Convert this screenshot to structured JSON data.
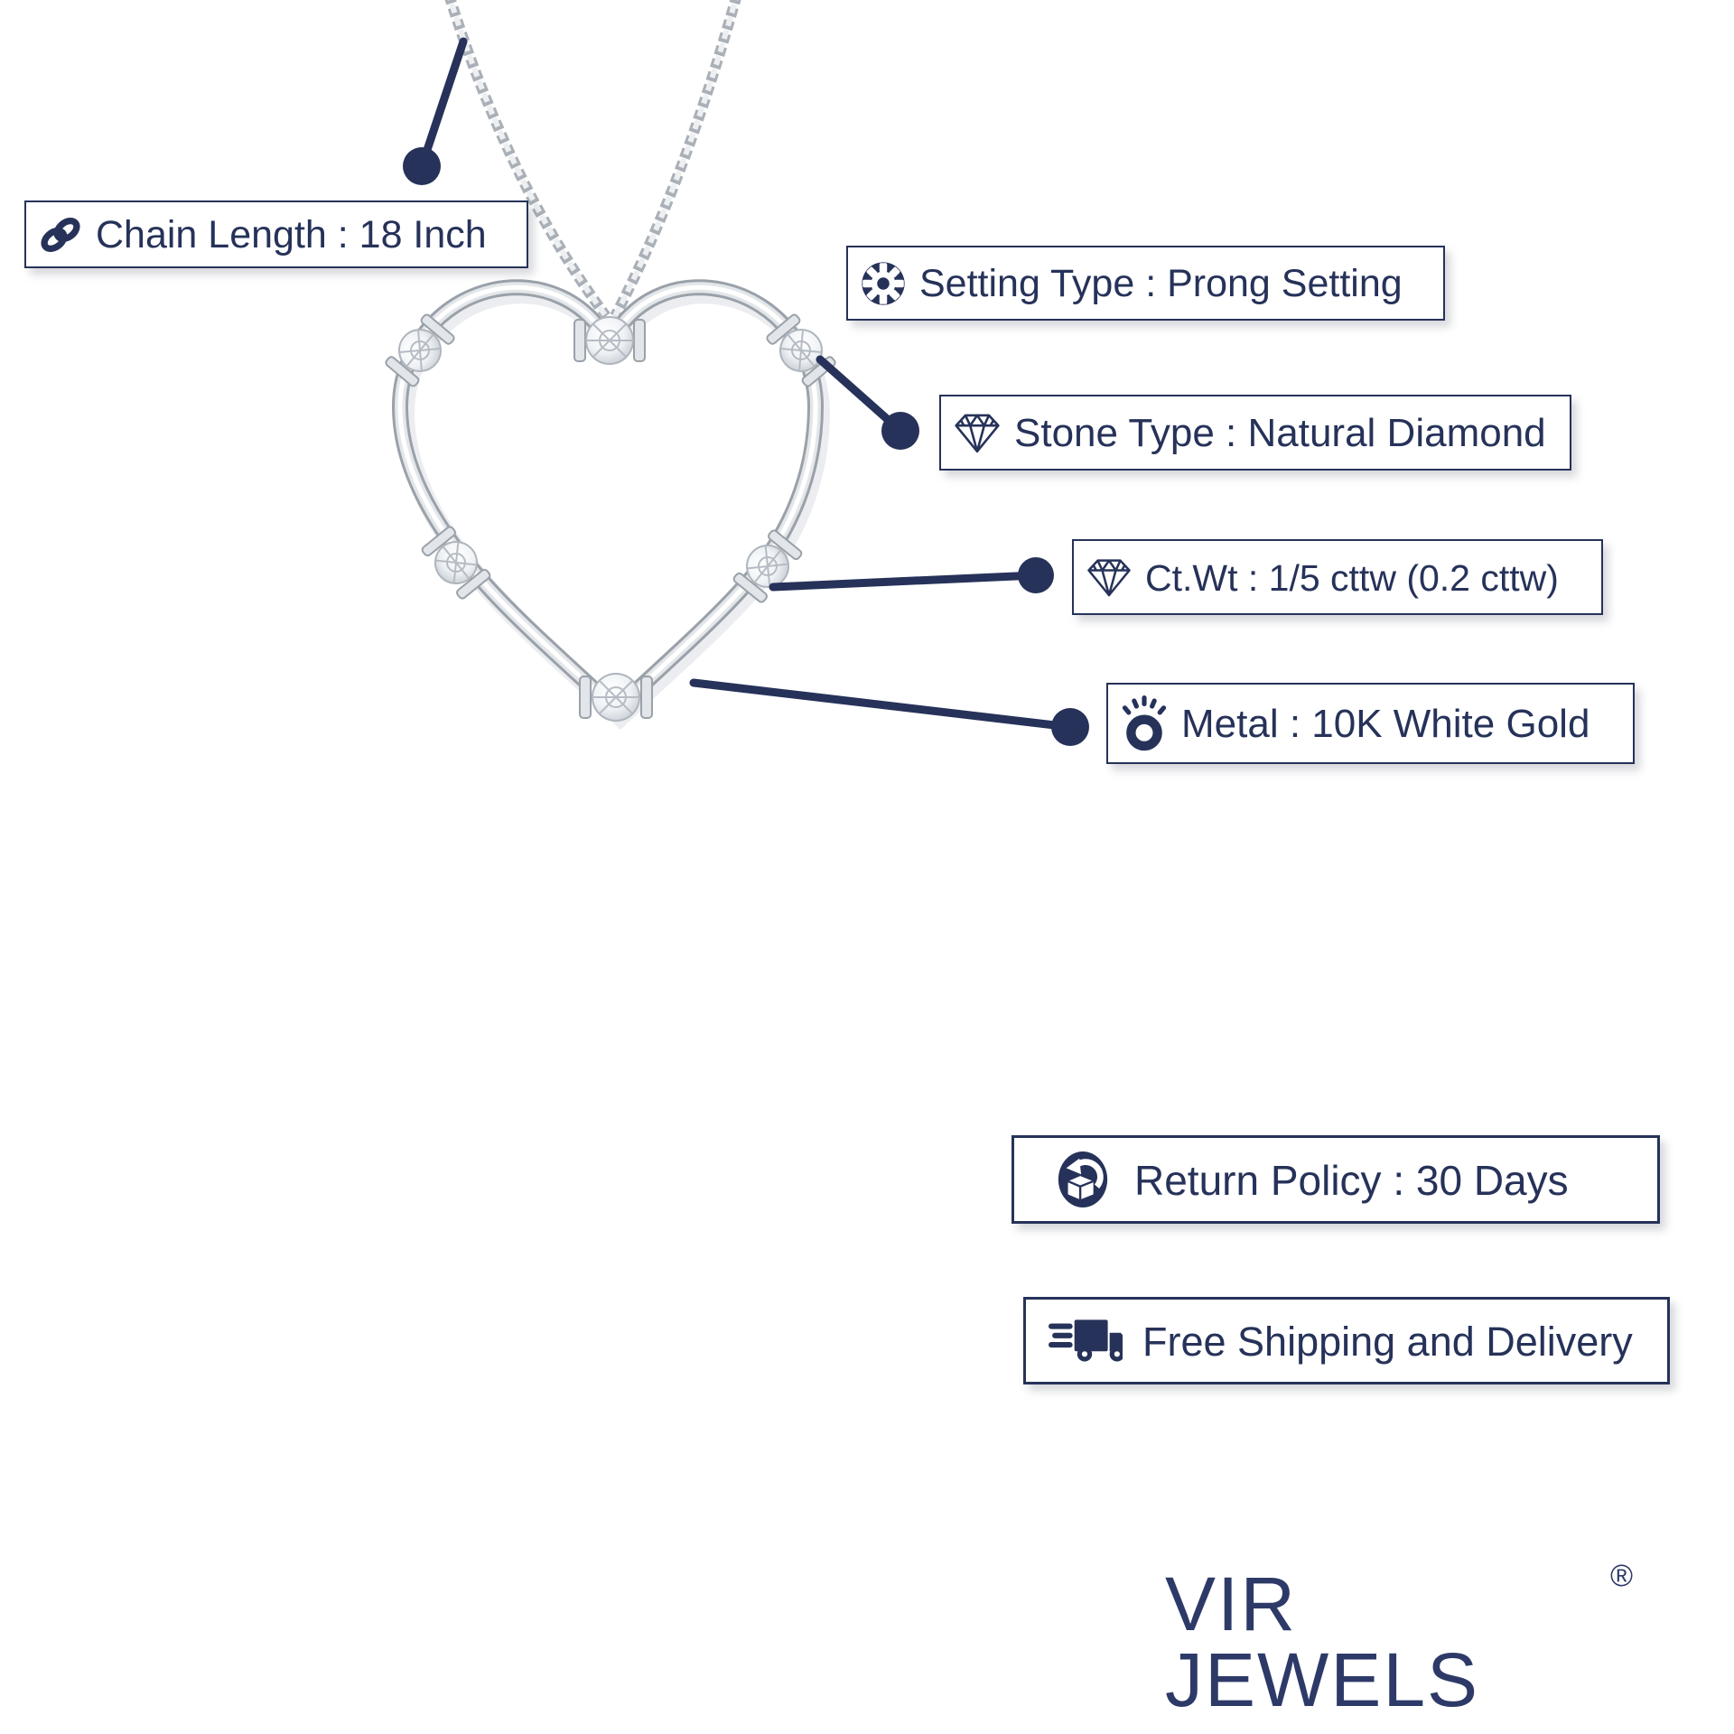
{
  "brand": {
    "name": "VIR JEWELS",
    "registered_mark": "®"
  },
  "colors": {
    "accent_navy": "#263259",
    "background": "#ffffff",
    "metal_silver": "#c9ced4"
  },
  "illustration": {
    "subject": "open heart pendant on box chain",
    "visible_stone_count": 6
  },
  "callouts": [
    {
      "id": "chain-length",
      "icon": "chain-link-icon",
      "text": "Chain Length : 18 Inch"
    },
    {
      "id": "setting-type",
      "icon": "gear-icon",
      "text": "Setting Type : Prong Setting"
    },
    {
      "id": "stone-type",
      "icon": "diamond-icon",
      "text": "Stone Type : Natural Diamond"
    },
    {
      "id": "ct-wt",
      "icon": "diamond-icon",
      "text": "Ct.Wt : 1/5 cttw (0.2 cttw)"
    },
    {
      "id": "metal",
      "icon": "ring-icon",
      "text": "Metal : 10K White Gold"
    },
    {
      "id": "return-policy",
      "icon": "return-box-icon",
      "text": "Return Policy : 30 Days"
    },
    {
      "id": "free-shipping",
      "icon": "delivery-truck-icon",
      "text": "Free Shipping and Delivery"
    }
  ]
}
